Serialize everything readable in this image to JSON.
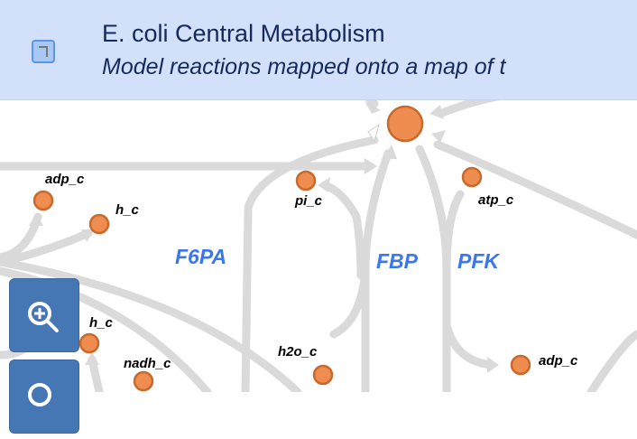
{
  "header": {
    "title": "E. coli Central Metabolism",
    "subtitle": "Model reactions mapped onto a map of t"
  },
  "reactions": [
    "F6PA",
    "FBP",
    "PFK"
  ],
  "metabolites": [
    "adp_c",
    "h_c",
    "pi_c",
    "atp_c",
    "h_c",
    "nadh_c",
    "h2o_c",
    "adp_c"
  ],
  "colors": {
    "node": "#ef8c4f",
    "node_stroke": "#c86a2c",
    "path": "#dadada",
    "reaction_label": "#3a76ee",
    "header_bg": "#d3e0f9",
    "zoom_button": "#4677b5"
  },
  "controls": {
    "zoom_in": "zoom-in",
    "zoom_out": "zoom-out"
  }
}
